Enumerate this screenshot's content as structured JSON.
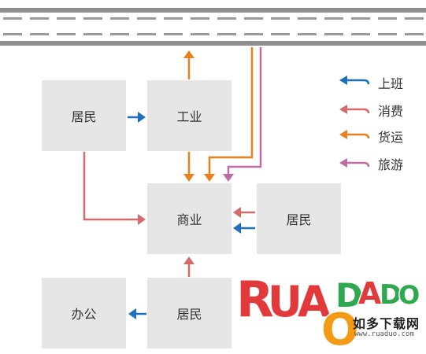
{
  "boxes": {
    "resident_top": "居民",
    "industry": "工业",
    "commerce": "商业",
    "resident_right": "居民",
    "office": "办公",
    "resident_bottom": "居民"
  },
  "legend": [
    {
      "label": "上班",
      "color": "#1f6fbf"
    },
    {
      "label": "消费",
      "color": "#d46a6a"
    },
    {
      "label": "货运",
      "color": "#e8801e"
    },
    {
      "label": "旅游",
      "color": "#c06aa3"
    }
  ],
  "watermark": {
    "logo_text": "RUADADO",
    "subtitle": "如多下载网",
    "url": "www.ruaduo.com"
  }
}
